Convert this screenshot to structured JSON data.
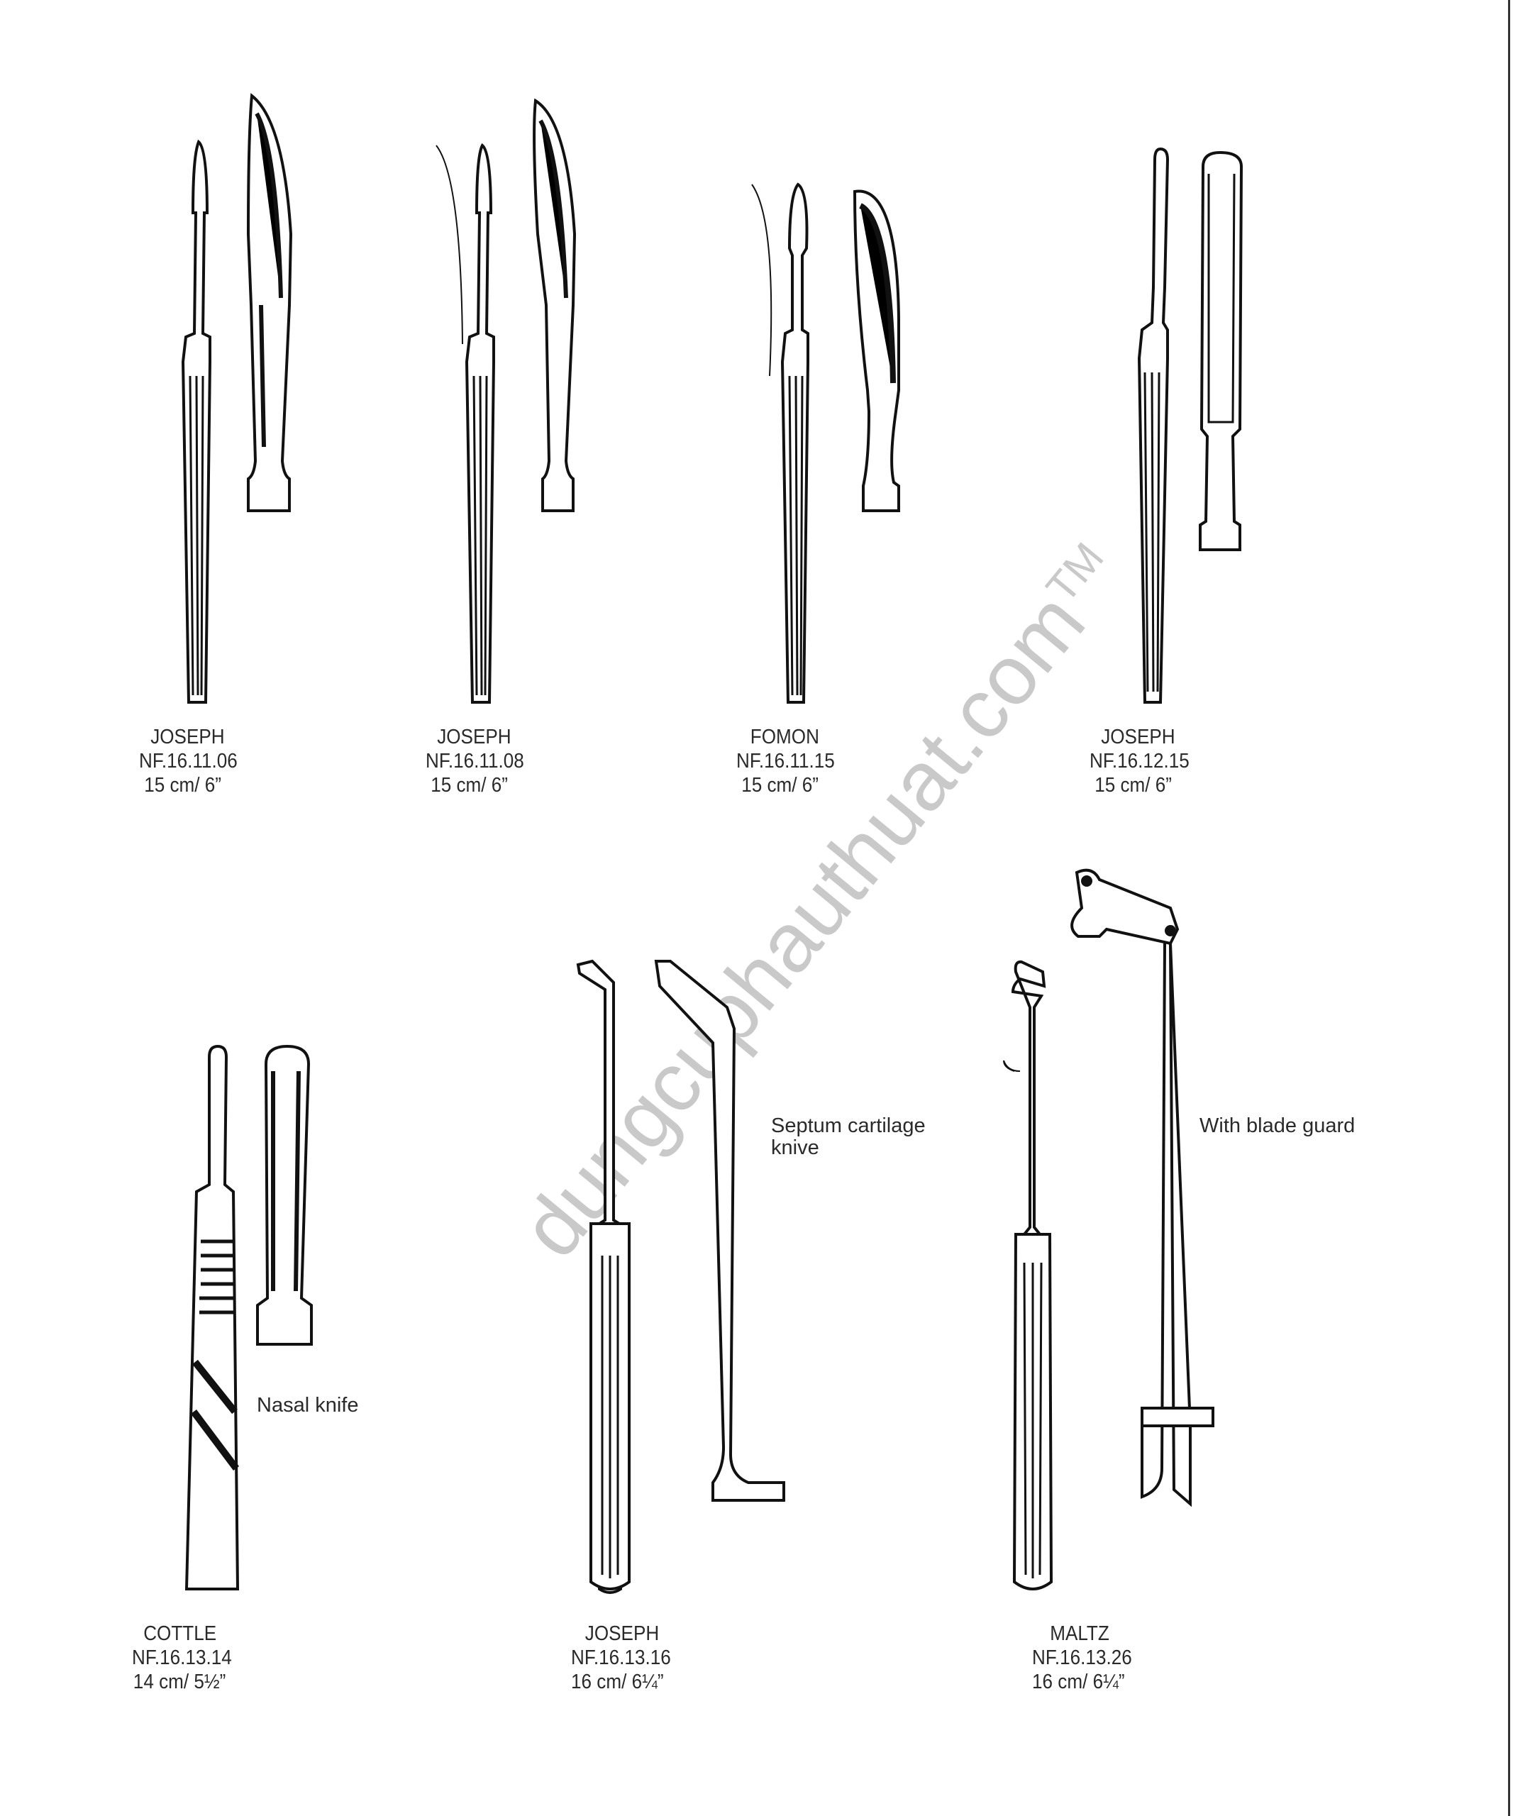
{
  "watermark": {
    "text": "dungcuphauthuat.com",
    "mark": "TM"
  },
  "top_row": [
    {
      "name": "JOSEPH",
      "code": "NF.16.11.06",
      "size": "15 cm/ 6”"
    },
    {
      "name": "JOSEPH",
      "code": "NF.16.11.08",
      "size": "15 cm/ 6”"
    },
    {
      "name": "FOMON",
      "code": "NF.16.11.15",
      "size": "15 cm/ 6”"
    },
    {
      "name": "JOSEPH",
      "code": "NF.16.12.15",
      "size": "15 cm/ 6”"
    }
  ],
  "bottom_row": [
    {
      "name": "COTTLE",
      "code": "NF.16.13.14",
      "size": "14 cm/ 5½”",
      "note": "Nasal knife"
    },
    {
      "name": "JOSEPH",
      "code": "NF.16.13.16",
      "size": "16 cm/ 6¼”",
      "note": "Septum cartilage\nknive"
    },
    {
      "name": "MALTZ",
      "code": "NF.16.13.26",
      "size": "16 cm/ 6¼”",
      "note": "With blade guard"
    }
  ]
}
